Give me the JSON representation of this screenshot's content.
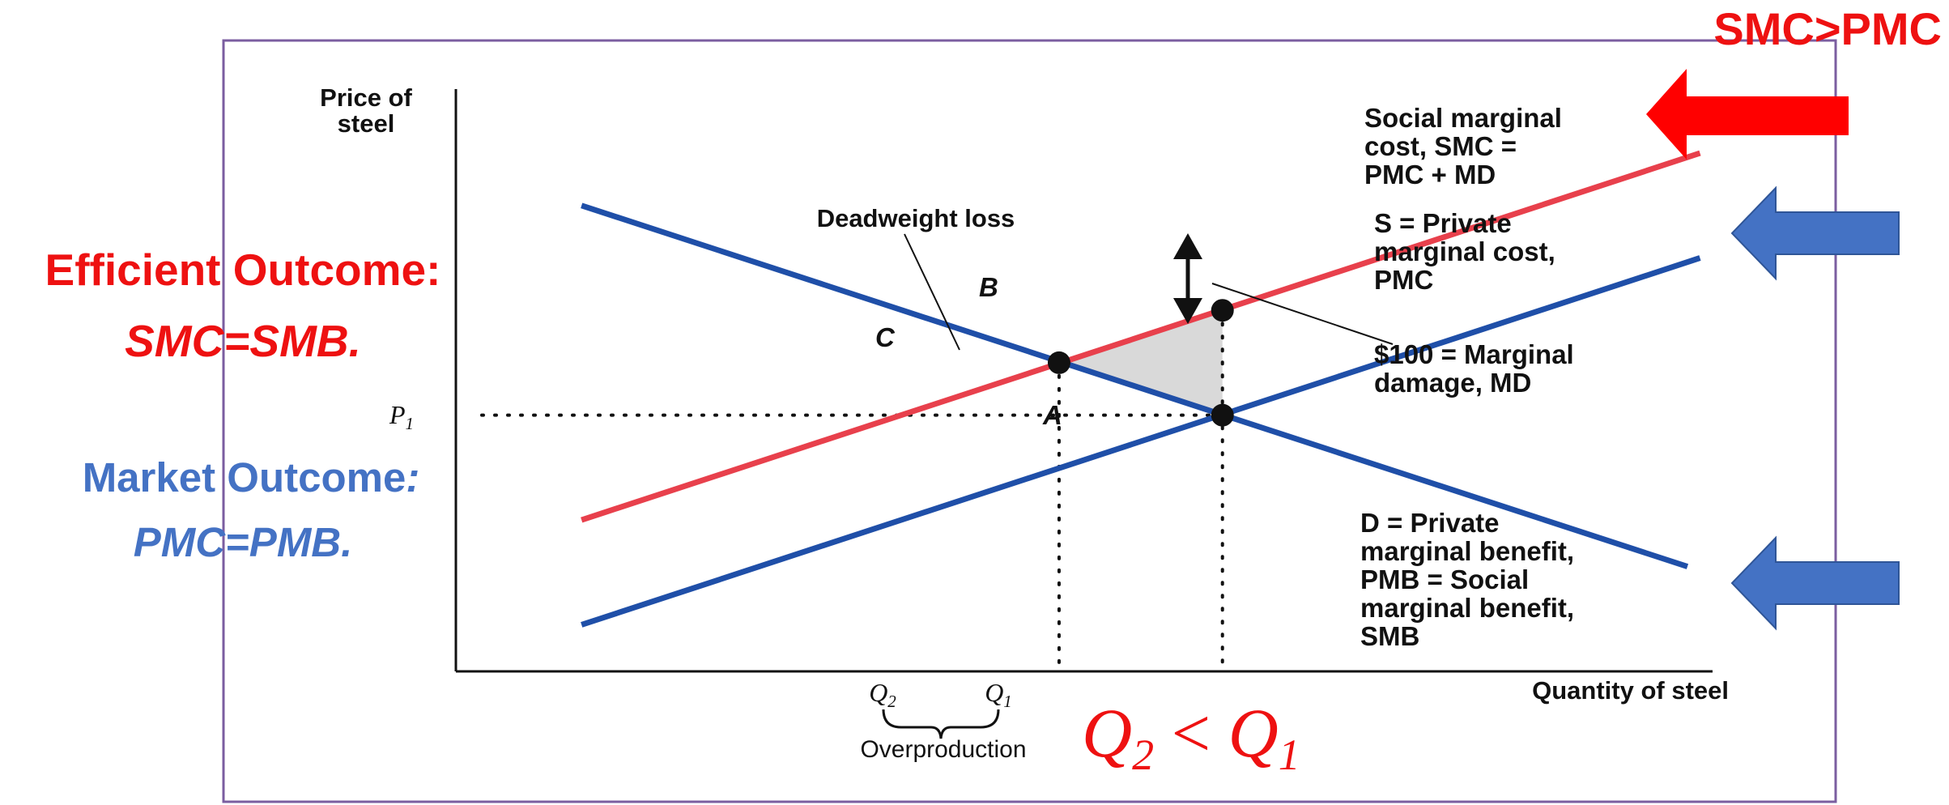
{
  "colors": {
    "smc": "#e8404c",
    "private": "#1f4fa8",
    "annotation_red": "#ee1111",
    "annotation_blue": "#4472c4",
    "big_arrow_red": "#ff0000",
    "big_arrow_blue": "#4472c4",
    "frame": "#7b5ea0"
  },
  "chart_data": {
    "type": "line",
    "title": "",
    "xlabel": "Quantity of steel",
    "ylabel_lines": [
      "Price of",
      "steel"
    ],
    "xlim": [
      0,
      100
    ],
    "ylim": [
      0,
      100
    ],
    "ticks": {
      "x": [
        "Q2",
        "Q1"
      ],
      "y": [
        "P1"
      ]
    },
    "series": [
      {
        "name": "SMC",
        "label_lines": [
          "Social marginal",
          "cost, SMC =",
          "PMC + MD"
        ],
        "x": [
          10,
          99
        ],
        "y": [
          26,
          89
        ]
      },
      {
        "name": "PMC",
        "label_lines": [
          "S = Private",
          "marginal cost,",
          "PMC"
        ],
        "x": [
          10,
          99
        ],
        "y": [
          8,
          71
        ]
      },
      {
        "name": "PMB",
        "label_lines": [
          "D = Private",
          "marginal benefit,",
          "PMB = Social",
          "marginal benefit,",
          "SMB"
        ],
        "x": [
          10,
          98
        ],
        "y": [
          80,
          18
        ]
      }
    ],
    "points": [
      {
        "label": "B",
        "x": 61,
        "y": 62
      },
      {
        "label": "C",
        "x": 48,
        "y": 53
      },
      {
        "label": "A",
        "x": 61,
        "y": 44
      }
    ],
    "deadweight_loss_label": "Deadweight loss",
    "marginal_damage_label_lines": [
      "$100 = Marginal",
      "damage, MD"
    ],
    "overproduction_label": "Overproduction"
  },
  "annotations": {
    "smc_gt_pmc": "SMC>PMC",
    "efficient_title": "Efficient Outcome:",
    "efficient_eq": "SMC=SMB.",
    "market_title": "Market Outcome",
    "market_colon": ":",
    "market_eq": "PMC=PMB.",
    "q_compare": "Q2 < Q1"
  },
  "icons": [
    "red-left-arrow-icon",
    "blue-left-arrow-icon",
    "double-headed-arrow-icon"
  ]
}
